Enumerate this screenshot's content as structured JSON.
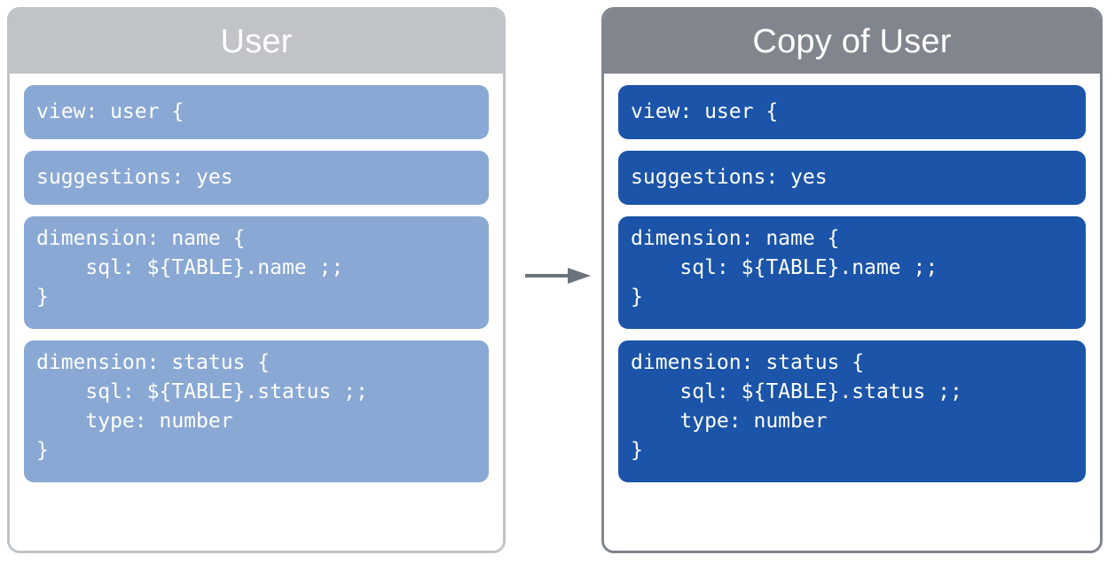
{
  "diagram": {
    "type": "before-after-copy",
    "arrow_icon": "right-arrow-icon",
    "arrow_color": "#6c727c"
  },
  "source_panel": {
    "title": "User",
    "header_color": "#c0c4c8",
    "border_color": "#c0c4c8",
    "block_color": "#8aa8d4",
    "blocks": [
      {
        "name": "view-declaration",
        "lines": 1,
        "code": "view: user {"
      },
      {
        "name": "suggestions-setting",
        "lines": 1,
        "code": "suggestions: yes"
      },
      {
        "name": "dimension-name",
        "lines": 3,
        "code": "dimension: name {\n    sql: ${TABLE}.name ;;\n}"
      },
      {
        "name": "dimension-status",
        "lines": 4,
        "code": "dimension: status {\n    sql: ${TABLE}.status ;;\n    type: number\n}"
      }
    ]
  },
  "copy_panel": {
    "title": "Copy of User",
    "header_color": "#80858e",
    "border_color": "#80858e",
    "block_color": "#1b54a8",
    "blocks": [
      {
        "name": "view-declaration",
        "lines": 1,
        "code": "view: user {"
      },
      {
        "name": "suggestions-setting",
        "lines": 1,
        "code": "suggestions: yes"
      },
      {
        "name": "dimension-name",
        "lines": 3,
        "code": "dimension: name {\n    sql: ${TABLE}.name ;;\n}"
      },
      {
        "name": "dimension-status",
        "lines": 4,
        "code": "dimension: status {\n    sql: ${TABLE}.status ;;\n    type: number\n}"
      }
    ]
  }
}
